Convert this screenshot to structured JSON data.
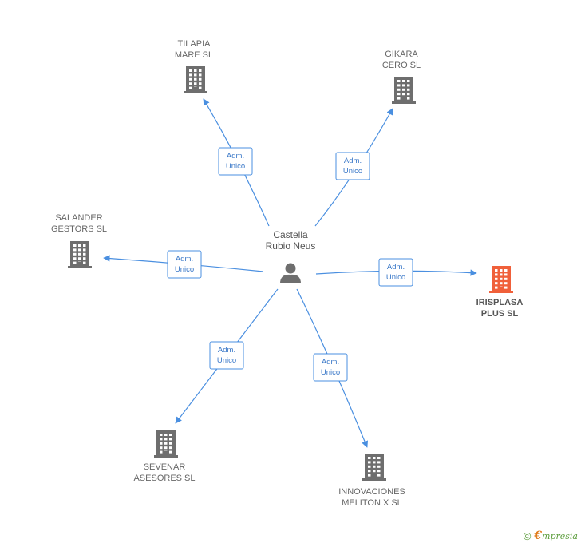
{
  "center": {
    "name_lines": [
      "Castella",
      "Rubio Neus"
    ],
    "icon": "person-icon"
  },
  "relation_label_lines": [
    "Adm.",
    "Unico"
  ],
  "companies": [
    {
      "id": "tilapia",
      "lines": [
        "TILAPIA",
        "MARE SL"
      ],
      "highlight": false
    },
    {
      "id": "gikara",
      "lines": [
        "GIKARA",
        "CERO SL"
      ],
      "highlight": false
    },
    {
      "id": "salander",
      "lines": [
        "SALANDER",
        "GESTORS SL"
      ],
      "highlight": false
    },
    {
      "id": "irisplasa",
      "lines": [
        "IRISPLASA",
        "PLUS SL"
      ],
      "highlight": true
    },
    {
      "id": "sevenar",
      "lines": [
        "SEVENAR",
        "ASESORES SL"
      ],
      "highlight": false
    },
    {
      "id": "innovaciones",
      "lines": [
        "INNOVACIONES",
        "MELITON X SL"
      ],
      "highlight": false
    }
  ],
  "colors": {
    "edge": "#4a8fe0",
    "building": "#6e6e6e",
    "building_highlight": "#f0603a",
    "person": "#6e6e6e"
  },
  "footer": {
    "copyright_symbol": "©",
    "brand_first": "€",
    "brand_rest": "mpresia"
  }
}
